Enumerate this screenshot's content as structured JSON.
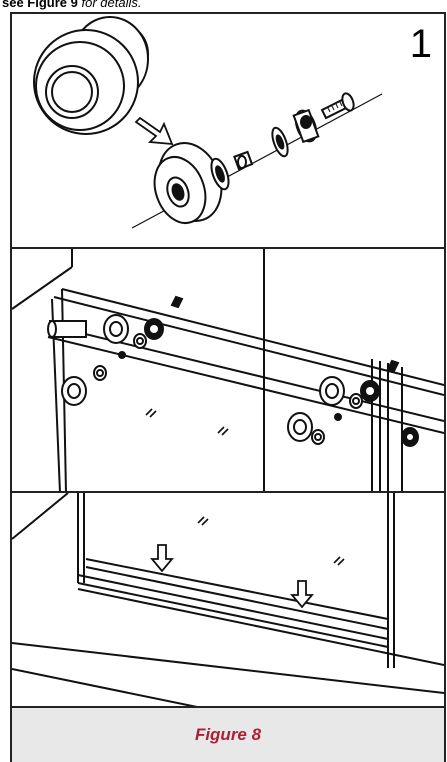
{
  "header": {
    "caption_bold": "see Figure 9",
    "caption_rest": " for details."
  },
  "step": {
    "number": "1"
  },
  "figure": {
    "caption": "Figure 8",
    "caption_color": "#b01e34",
    "caption_bg": "#e8e8e8"
  }
}
